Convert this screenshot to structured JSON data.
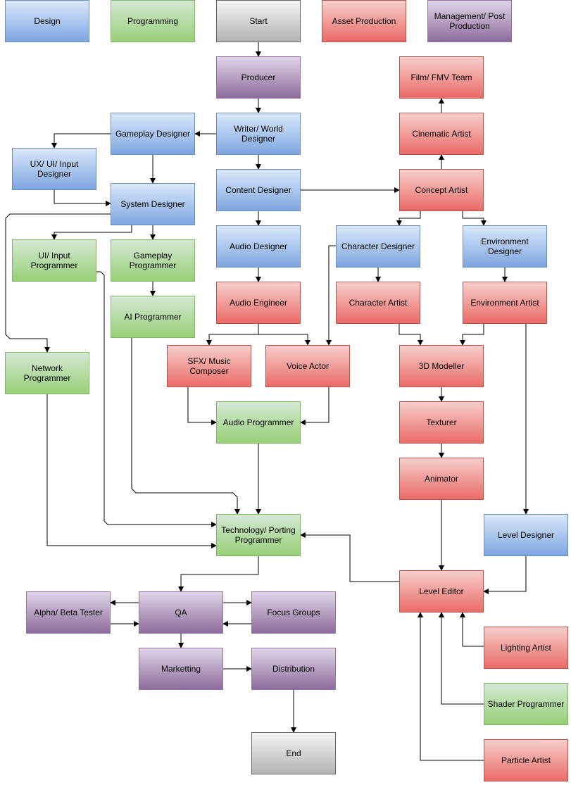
{
  "colors": {
    "design": "#7ea6e0",
    "programming": "#97d077",
    "asset_production": "#ea6b66",
    "management_post_production": "#8c6c9c",
    "terminal": "#b3b3b3",
    "edge": "#000000"
  },
  "legend": {
    "design": "Design",
    "programming": "Programming",
    "asset_production": "Asset Production",
    "management_post_production": "Management/ Post Production"
  },
  "nodes": {
    "start": "Start",
    "producer": "Producer",
    "writer_world_designer": "Writer/ World Designer",
    "gameplay_designer": "Gameplay Designer",
    "ux_ui_input_designer": "UX/ UI/ Input Designer",
    "system_designer": "System Designer",
    "content_designer": "Content Designer",
    "film_fmv_team": "Film/ FMV Team",
    "cinematic_artist": "Cinematic Artist",
    "concept_artist": "Concept Artist",
    "ui_input_programmer": "UI/ Input Programmer",
    "gameplay_programmer": "Gameplay Programmer",
    "ai_programmer": "AI Programmer",
    "audio_designer": "Audio Designer",
    "audio_engineer": "Audio Engineer",
    "character_designer": "Character Designer",
    "character_artist": "Character Artist",
    "environment_designer": "Environment Designer",
    "environment_artist": "Environment Artist",
    "network_programmer": "Network Programmer",
    "sfx_music_composer": "SFX/ Music Composer",
    "voice_actor": "Voice Actor",
    "modeller_3d": "3D Modeller",
    "audio_programmer": "Audio Programmer",
    "texturer": "Texturer",
    "animator": "Animator",
    "technology_porting_programmer": "Technology/ Porting Programmer",
    "level_designer": "Level Designer",
    "level_editor": "Level Editor",
    "alpha_beta_tester": "Alpha/ Beta Tester",
    "qa": "QA",
    "focus_groups": "Focus Groups",
    "lighting_artist": "Lighting Artist",
    "marketting": "Marketting",
    "distribution": "Distribution",
    "shader_programmer": "Shader Programmer",
    "end": "End",
    "particle_artist": "Particle Artist"
  },
  "edges": [
    [
      "start",
      "producer"
    ],
    [
      "producer",
      "writer_world_designer"
    ],
    [
      "writer_world_designer",
      "gameplay_designer"
    ],
    [
      "writer_world_designer",
      "content_designer"
    ],
    [
      "gameplay_designer",
      "ux_ui_input_designer"
    ],
    [
      "gameplay_designer",
      "system_designer"
    ],
    [
      "ux_ui_input_designer",
      "system_designer"
    ],
    [
      "system_designer",
      "ui_input_programmer"
    ],
    [
      "system_designer",
      "gameplay_programmer"
    ],
    [
      "system_designer",
      "network_programmer"
    ],
    [
      "gameplay_programmer",
      "ai_programmer"
    ],
    [
      "content_designer",
      "audio_designer"
    ],
    [
      "content_designer",
      "concept_artist"
    ],
    [
      "concept_artist",
      "cinematic_artist"
    ],
    [
      "cinematic_artist",
      "film_fmv_team"
    ],
    [
      "concept_artist",
      "character_designer"
    ],
    [
      "concept_artist",
      "environment_designer"
    ],
    [
      "audio_designer",
      "audio_engineer"
    ],
    [
      "audio_engineer",
      "sfx_music_composer"
    ],
    [
      "audio_engineer",
      "voice_actor"
    ],
    [
      "character_designer",
      "voice_actor"
    ],
    [
      "character_designer",
      "character_artist"
    ],
    [
      "environment_designer",
      "environment_artist"
    ],
    [
      "character_artist",
      "modeller_3d"
    ],
    [
      "environment_artist",
      "modeller_3d"
    ],
    [
      "environment_artist",
      "level_designer"
    ],
    [
      "sfx_music_composer",
      "audio_programmer"
    ],
    [
      "voice_actor",
      "audio_programmer"
    ],
    [
      "modeller_3d",
      "texturer"
    ],
    [
      "texturer",
      "animator"
    ],
    [
      "animator",
      "level_editor"
    ],
    [
      "level_designer",
      "level_editor"
    ],
    [
      "lighting_artist",
      "level_editor"
    ],
    [
      "shader_programmer",
      "level_editor"
    ],
    [
      "particle_artist",
      "level_editor"
    ],
    [
      "level_editor",
      "technology_porting_programmer"
    ],
    [
      "audio_programmer",
      "technology_porting_programmer"
    ],
    [
      "ai_programmer",
      "technology_porting_programmer"
    ],
    [
      "ui_input_programmer",
      "technology_porting_programmer"
    ],
    [
      "network_programmer",
      "technology_porting_programmer"
    ],
    [
      "technology_porting_programmer",
      "qa"
    ],
    [
      "qa",
      "alpha_beta_tester"
    ],
    [
      "alpha_beta_tester",
      "qa"
    ],
    [
      "qa",
      "focus_groups"
    ],
    [
      "focus_groups",
      "qa"
    ],
    [
      "qa",
      "marketting"
    ],
    [
      "marketting",
      "distribution"
    ],
    [
      "distribution",
      "end"
    ]
  ]
}
